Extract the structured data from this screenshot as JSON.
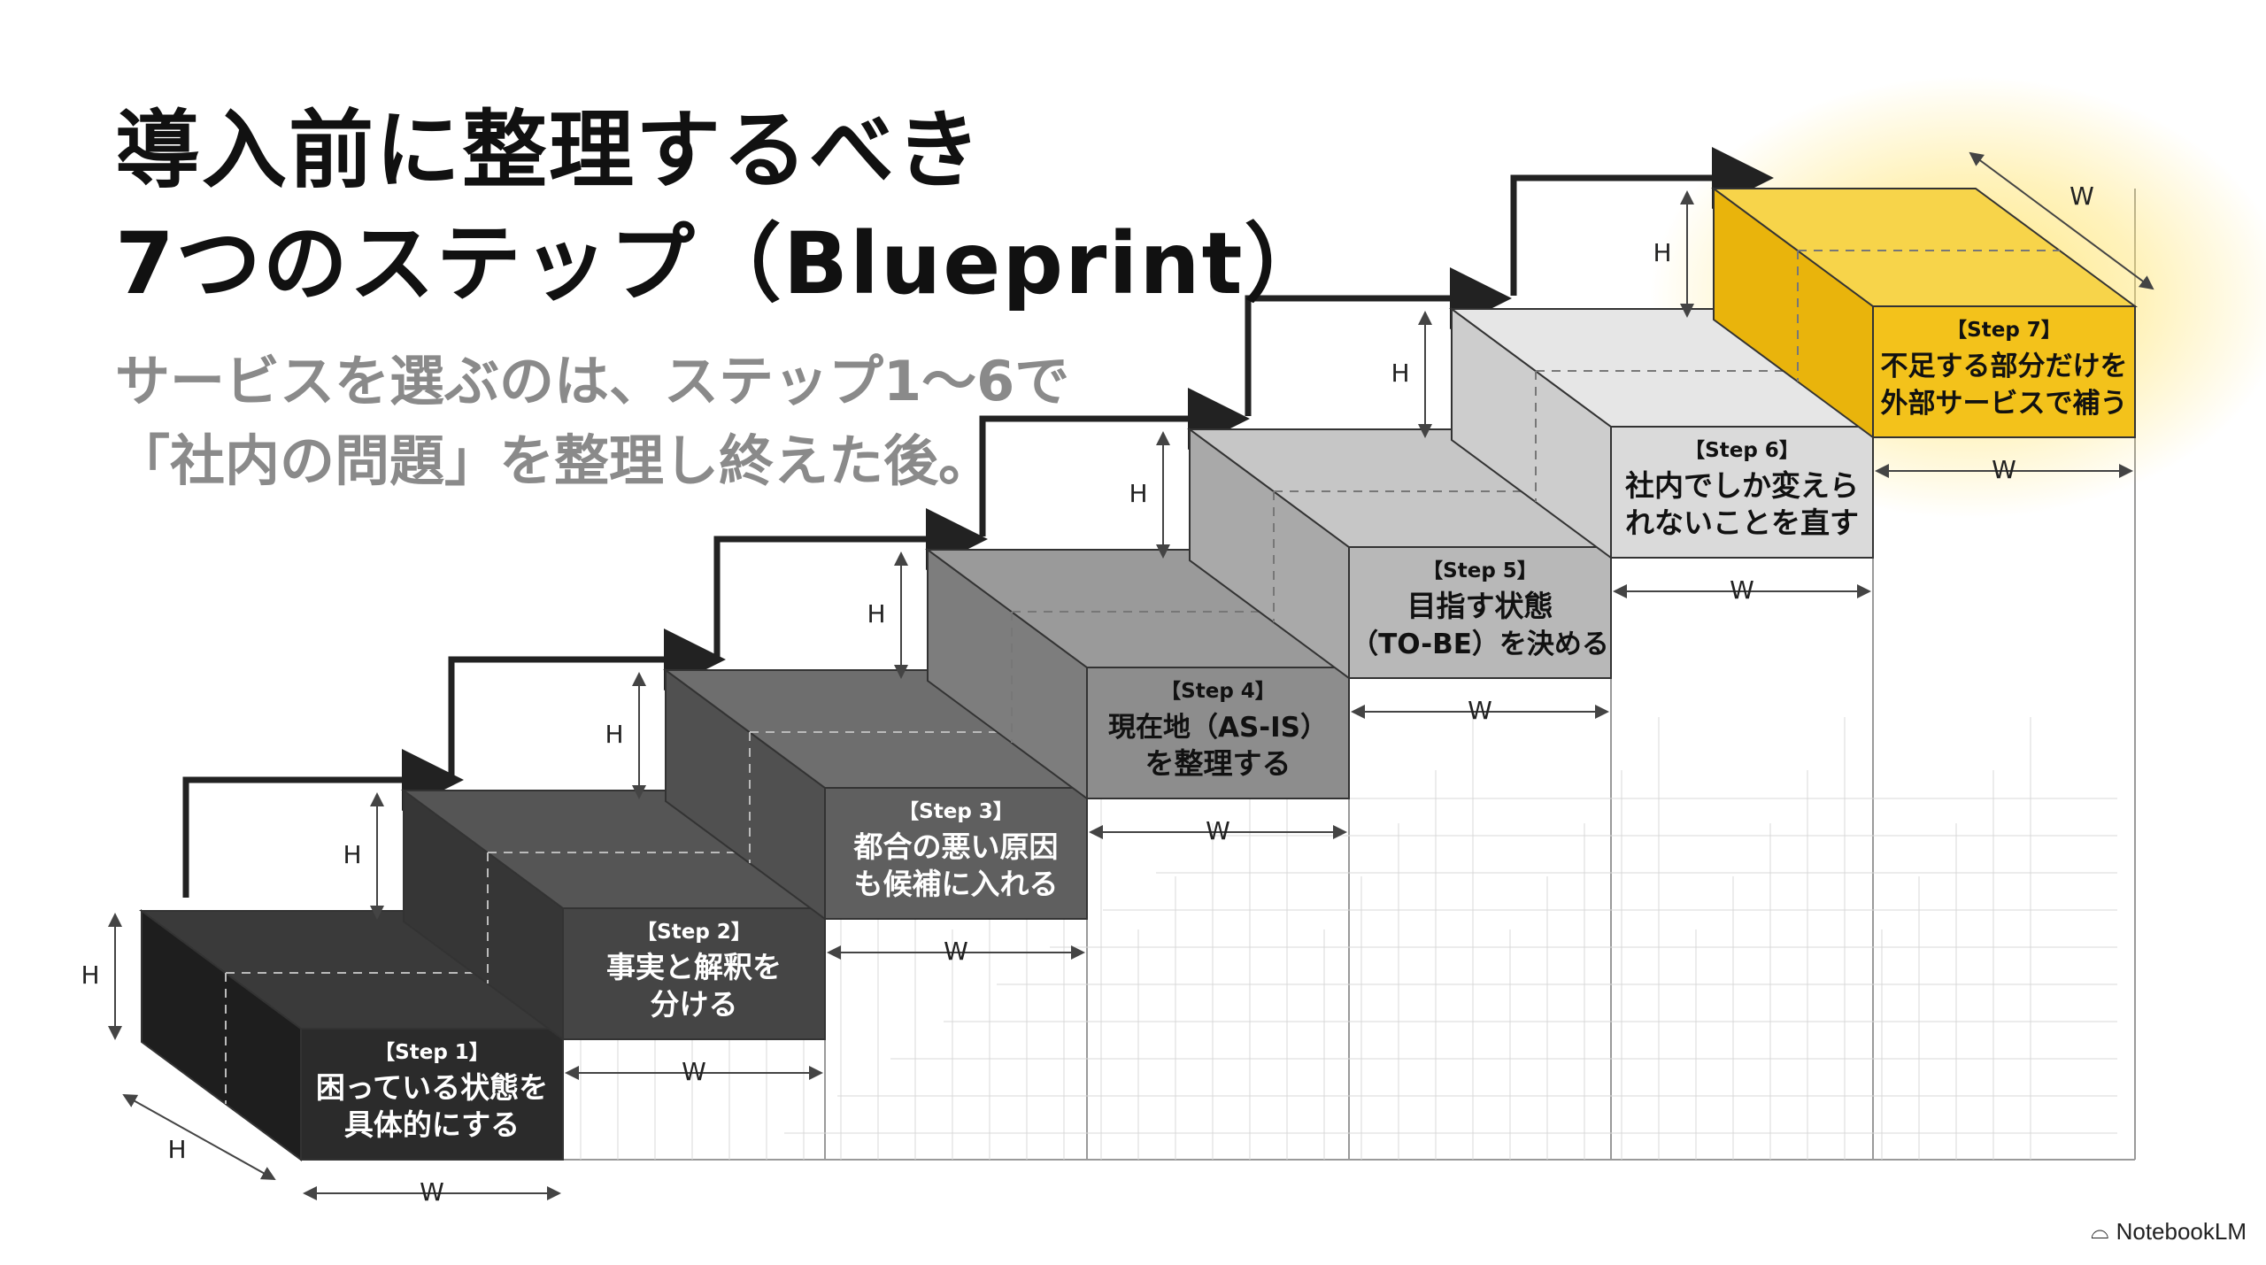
{
  "title": {
    "line1": "導入前に整理するべき",
    "line2": "7つのステップ（Blueprint）"
  },
  "subtitle": {
    "line1": "サービスを選ぶのは、ステップ1〜6で",
    "line2": "「社内の問題」を整理し終えた後。"
  },
  "steps": [
    {
      "tag": "【Step 1】",
      "lines": [
        "困っている状態を",
        "具体的にする"
      ],
      "face": "#2b2b2b",
      "top": "#3a3a3a",
      "side": "#1e1e1e",
      "text": "#ffffff"
    },
    {
      "tag": "【Step 2】",
      "lines": [
        "事実と解釈を",
        "分ける"
      ],
      "face": "#454545",
      "top": "#555555",
      "side": "#363636",
      "text": "#ffffff"
    },
    {
      "tag": "【Step 3】",
      "lines": [
        "都合の悪い原因",
        "も候補に入れる"
      ],
      "face": "#5f5f5f",
      "top": "#6e6e6e",
      "side": "#505050",
      "text": "#ffffff"
    },
    {
      "tag": "【Step 4】",
      "lines": [
        "現在地（AS-IS）",
        "を整理する"
      ],
      "face": "#8d8d8d",
      "top": "#9a9a9a",
      "side": "#7d7d7d",
      "text": "#111111"
    },
    {
      "tag": "【Step 5】",
      "lines": [
        "目指す状態",
        "（TO-BE）を決める"
      ],
      "face": "#b8b8b8",
      "top": "#c6c6c6",
      "side": "#a9a9a9",
      "text": "#111111"
    },
    {
      "tag": "【Step 6】",
      "lines": [
        "社内でしか変えら",
        "れないことを直す"
      ],
      "face": "#dadada",
      "top": "#e6e6e6",
      "side": "#cdcdcd",
      "text": "#111111"
    },
    {
      "tag": "【Step 7】",
      "lines": [
        "不足する部分だけを",
        "外部サービスで補う"
      ],
      "face": "#f3c21b",
      "top": "#f7d44a",
      "side": "#e9b40c",
      "text": "#111111"
    }
  ],
  "dims": {
    "h": "H",
    "w": "W"
  },
  "colors": {
    "highlight": "#f3c21b",
    "arrow": "#222222",
    "guide": "#555555"
  },
  "brand": {
    "label": "NotebookLM",
    "icon": "notebooklm-icon"
  }
}
